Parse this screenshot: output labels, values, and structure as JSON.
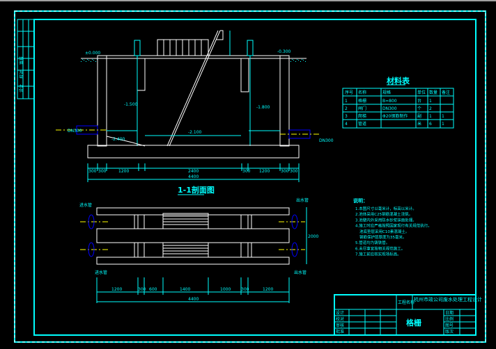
{
  "colors": {
    "background": "#000000",
    "line": "#00ffff",
    "outline": "#ffffff",
    "pipe": "#0000ff",
    "axis": "#ffff00"
  },
  "left_strip": {
    "labels": [
      "审核",
      "校对",
      "设计"
    ]
  },
  "section": {
    "title": "1-1剖面图",
    "pipe_in": "DN300",
    "pipe_out": "DN300",
    "dims": [
      "300",
      "300",
      "1200",
      "2400",
      "300",
      "1200",
      "300",
      "300"
    ],
    "total": "4400",
    "labels": [
      "±0.000",
      "-0.300",
      "-1.500",
      "-1.800",
      "-2.100",
      "-2.400"
    ]
  },
  "plan": {
    "dims": [
      "1200",
      "300",
      "600",
      "1400",
      "1000",
      "300",
      "1200"
    ],
    "total": "4400",
    "width_dim": "2000",
    "labels": [
      "进水管",
      "出水管",
      "进水管",
      "出水管"
    ]
  },
  "materials": {
    "title": "材料表",
    "headers": [
      "序号",
      "名称",
      "规格",
      "单位",
      "数量",
      "备注"
    ],
    "rows": [
      [
        "1",
        "格栅",
        "B=800",
        "台",
        "1",
        ""
      ],
      [
        "2",
        "闸门",
        "DN300",
        "个",
        "2",
        ""
      ],
      [
        "3",
        "爬梯",
        "Φ20钢筋制作",
        "副",
        "1",
        "1"
      ],
      [
        "4",
        "管道",
        "",
        "米",
        "6",
        "1"
      ]
    ]
  },
  "notes": {
    "title": "说明：",
    "lines": [
      "1.本图尺寸以毫米计，标高以米计。",
      "2.池体采用C25钢筋混凝土浇筑。",
      "3.池壁内外采用防水砂浆抹面处理。",
      "4.施工时应严格按照国家现行有关规范执行。",
      "池底垫层采用C10素混凝土。",
      "钢筋保护层厚度为35毫米。",
      "5.管道均为铸铁管。",
      "6.未尽事宜按相关规范施工。",
      "7.施工前应核实现场标高。"
    ]
  },
  "title_block": {
    "label": "工程名称",
    "project": "杭州市政公司废水处理工程设计",
    "drawing": "格栅",
    "cells": [
      "设计",
      "校对",
      "审核",
      "批准",
      "日期",
      "比例",
      "图号",
      "版次"
    ]
  }
}
